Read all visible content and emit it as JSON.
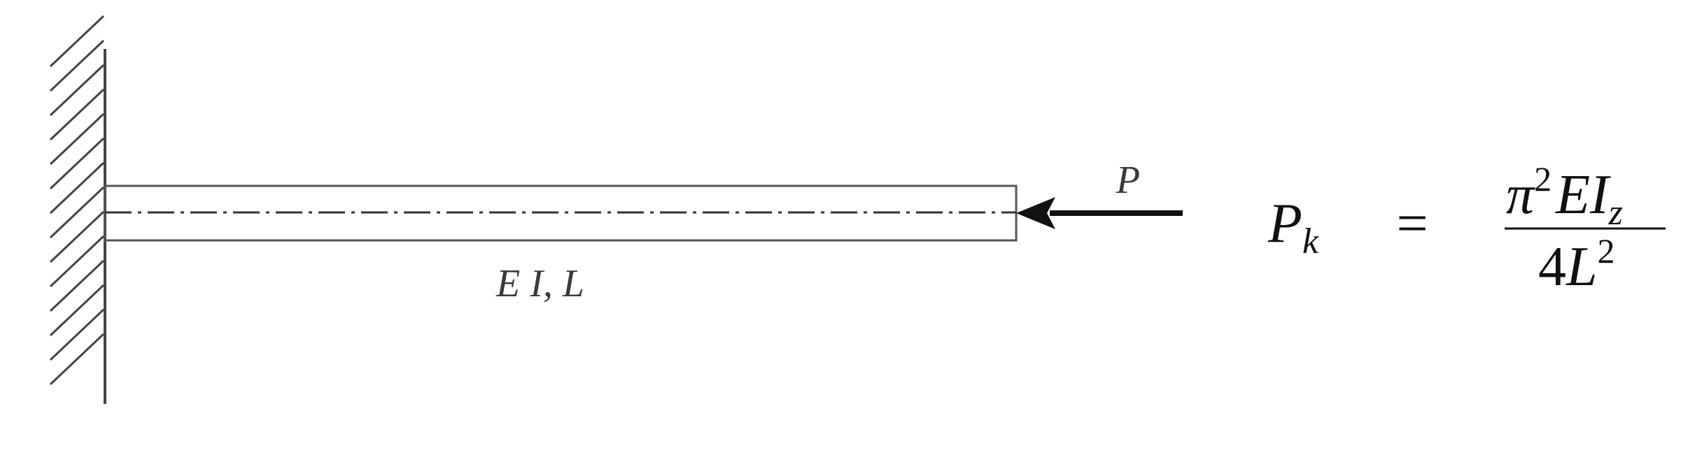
{
  "beam": {
    "property_label": "E I, L"
  },
  "load": {
    "label": "P"
  },
  "formula": {
    "lhs_symbol": "P",
    "lhs_subscript": "k",
    "equals": "=",
    "numerator_pi": "π",
    "numerator_pi_exp": "2",
    "numerator_E": "E",
    "numerator_I": "I",
    "numerator_I_subscript": "z",
    "denominator_coef": "4",
    "denominator_L": "L",
    "denominator_L_exp": "2"
  },
  "colors": {
    "line": "#555555",
    "arrow": "#111111",
    "hatch": "#444444"
  }
}
